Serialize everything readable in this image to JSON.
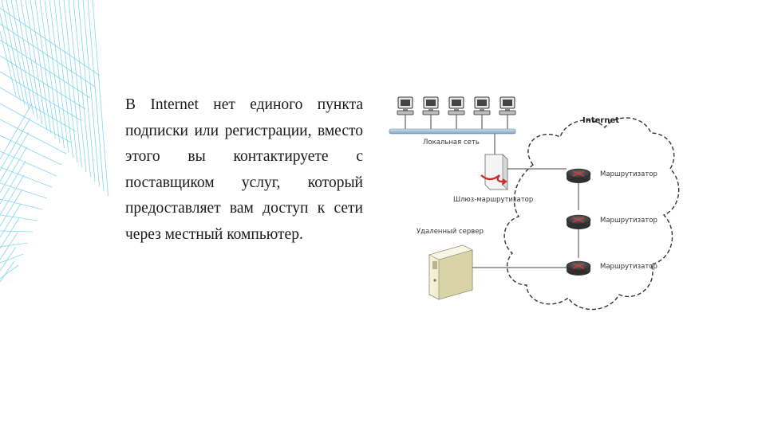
{
  "slide": {
    "body_text": "В Internet нет единого пункта подписки или регистрации, вместо этого вы контактируете с поставщиком услуг, который предоставляет вам доступ к сети через местный компьютер."
  },
  "diagram": {
    "cloud_title": "Internet",
    "lan_label": "Локальная сеть",
    "gateway_label": "Шлюз-маршрутизатор",
    "remote_server_label": "Удаленный сервер",
    "routers": [
      {
        "label": "Маршрутизатор"
      },
      {
        "label": "Маршрутизатор"
      },
      {
        "label": "Маршрутизатор"
      }
    ]
  },
  "colors": {
    "decoration": "#5ec8ea",
    "lan_bar": "#8fb4cf",
    "router_body": "#3b3b3b",
    "router_arrows": "#d23c3c",
    "gateway_arrow": "#c8312f",
    "server_body": "#ede9c8"
  }
}
